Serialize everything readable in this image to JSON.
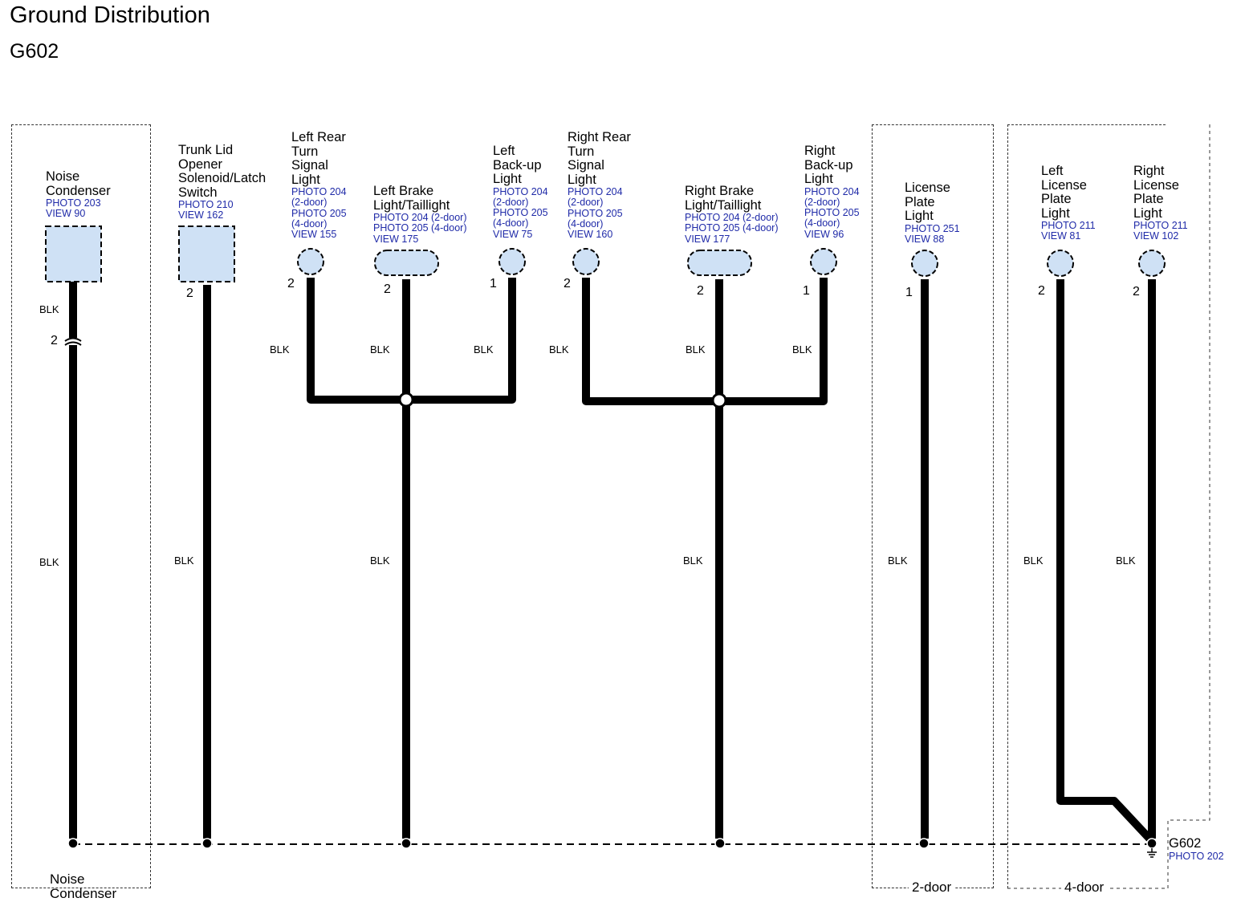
{
  "header": {
    "title": "Ground Distribution",
    "subtitle": "G602"
  },
  "components": {
    "noise_condenser": {
      "name": [
        "Noise",
        "Condenser"
      ],
      "refs": [
        "PHOTO 203",
        "VIEW 90"
      ],
      "pin": "2",
      "inline_pin": "2"
    },
    "trunk_lid": {
      "name": [
        "Trunk Lid",
        "Opener",
        "Solenoid/Latch",
        "Switch"
      ],
      "refs": [
        "PHOTO 210",
        "VIEW 162"
      ],
      "pin": "2"
    },
    "left_rear_turn": {
      "name": [
        "Left Rear",
        "Turn",
        "Signal",
        "Light"
      ],
      "refs": [
        "PHOTO 204",
        "(2-door)",
        "PHOTO 205",
        "(4-door)",
        "VIEW 155"
      ],
      "pin": "2"
    },
    "left_brake": {
      "name": [
        "Left Brake",
        "Light/Taillight"
      ],
      "refs": [
        "PHOTO 204 (2-door)",
        "PHOTO 205 (4-door)",
        "VIEW 175"
      ],
      "pin": "2"
    },
    "left_backup": {
      "name": [
        "Left",
        "Back-up",
        "Light"
      ],
      "refs": [
        "PHOTO 204",
        "(2-door)",
        "PHOTO 205",
        "(4-door)",
        "VIEW 75"
      ],
      "pin": "1"
    },
    "right_rear_turn": {
      "name": [
        "Right Rear",
        "Turn",
        "Signal",
        "Light"
      ],
      "refs": [
        "PHOTO 204",
        "(2-door)",
        "PHOTO 205",
        "(4-door)",
        "VIEW 160"
      ],
      "pin": "2"
    },
    "right_brake": {
      "name": [
        "Right Brake",
        "Light/Taillight"
      ],
      "refs": [
        "PHOTO 204 (2-door)",
        "PHOTO 205 (4-door)",
        "VIEW 177"
      ],
      "pin": "2"
    },
    "right_backup": {
      "name": [
        "Right",
        "Back-up",
        "Light"
      ],
      "refs": [
        "PHOTO 204",
        "(2-door)",
        "PHOTO 205",
        "(4-door)",
        "VIEW 96"
      ],
      "pin": "1"
    },
    "license_plate": {
      "name": [
        "License",
        "Plate",
        "Light"
      ],
      "refs": [
        "PHOTO 251",
        "VIEW 88"
      ],
      "pin": "1"
    },
    "left_license": {
      "name": [
        "Left",
        "License",
        "Plate",
        "Light"
      ],
      "refs": [
        "PHOTO 211",
        "VIEW 81"
      ],
      "pin": "2"
    },
    "right_license": {
      "name": [
        "Right",
        "License",
        "Plate",
        "Light"
      ],
      "refs": [
        "PHOTO 211",
        "VIEW 102"
      ],
      "pin": "2"
    }
  },
  "wire_color": "BLK",
  "ground": {
    "name": "G602",
    "ref": "PHOTO 202"
  },
  "footers": {
    "noise_condenser": [
      "Noise",
      "Condenser"
    ],
    "two_door": "2-door",
    "four_door": "4-door"
  },
  "colors": {
    "connector_fill": "#cfe1f5",
    "ref_text": "#1f2aa8",
    "wire": "#000000"
  }
}
